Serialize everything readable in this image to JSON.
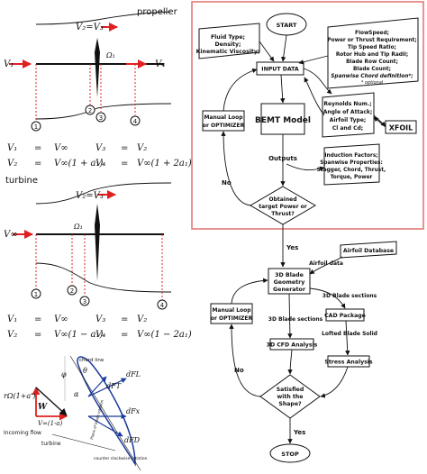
{
  "left": {
    "propeller": {
      "title": "propeller",
      "v1": "V₁",
      "v4": "V₄",
      "v23": "V₂=V₃",
      "omega": "Ω₁",
      "stations": [
        "1",
        "2",
        "3",
        "4"
      ],
      "eq": [
        [
          "V₁",
          "=",
          "V∞",
          "V₃",
          "=",
          "V₂"
        ],
        [
          "V₂",
          "=",
          "V∞(1 + a₁)",
          "V₄",
          "=",
          "V∞(1 + 2a₁)"
        ]
      ]
    },
    "turbine": {
      "title": "turbine",
      "v1": "V∞",
      "v23": "V₂=V₃",
      "omega": "Ω₁",
      "stations": [
        "1",
        "2",
        "3",
        "4"
      ],
      "eq": [
        [
          "V₁",
          "=",
          "V∞",
          "V₃",
          "=",
          "V₂"
        ],
        [
          "V₂",
          "=",
          "V∞(1 − a₁)",
          "V₄",
          "=",
          "V∞(1 − 2a₁)"
        ]
      ]
    },
    "velocity_triangle": {
      "chord_line": "chord line",
      "phi": "φ",
      "theta": "θ",
      "alpha": "α",
      "dFT": "dFT",
      "dFL": "dFL",
      "dFx": "dFx",
      "dFD": "dFD",
      "romega": "rΩ(1+a')",
      "w": "W",
      "vinf": "V∞(1-a)",
      "incoming": "Incoming flow",
      "turbine": "turbine",
      "plane": "Plane of blade rotation",
      "ccw": "counter clockwise rotation"
    }
  },
  "top_flow": {
    "start": "START",
    "fluid": [
      "Fluid Type;",
      "Density;",
      "Kinematic Viscosity;"
    ],
    "flow_req": [
      "FlowSpeed;",
      "Power or Thrust Requirement;",
      "Tip Speed Ratio;",
      "Rotor Hub and Tip Radii;",
      "Blade Row Count;",
      "Blade Count;",
      "Spanwise Chord definition*;",
      "* optional"
    ],
    "input": "INPUT DATA",
    "reynolds": [
      "Reynolds Num.;",
      "Angle of Attack;",
      "Airfoil Type;",
      "Cl and Cd;"
    ],
    "xfoil": "XFOIL",
    "manual": [
      "Manual Loop",
      "or OPTIMIZER"
    ],
    "bemt": "BEMT Model",
    "outputs_label": "Outputs",
    "induction": [
      "Induction Factors;",
      "Spanwise Properties:",
      "Stagger, Chord, Thrust,",
      "Torque, Power"
    ],
    "decision": [
      "Obtained",
      "target Power or",
      "Thrust?"
    ],
    "no": "No",
    "yes": "Yes"
  },
  "bottom_flow": {
    "airfoil_db": "Airfoil Database",
    "airfoil_data": "Airfoil data",
    "geom": [
      "3D Blade",
      "Geometry",
      "Generator"
    ],
    "manual": [
      "Manual Loop",
      "or OPTIMIZER"
    ],
    "blade_sections_r": "3D Blade sections",
    "blade_sections_c": "3D Blade sections",
    "cad": "CAD Package",
    "lofted": "Lofted Blade Solid",
    "cfd": "3D CFD Analysis",
    "stress": "Stress Analysis",
    "decision": [
      "Satisfied",
      "with the",
      "Shape?"
    ],
    "no": "No",
    "yes": "Yes",
    "stop": "STOP"
  },
  "colors": {
    "red": "#e02020",
    "blue": "#1a3a9a",
    "border": "#e0706a"
  }
}
